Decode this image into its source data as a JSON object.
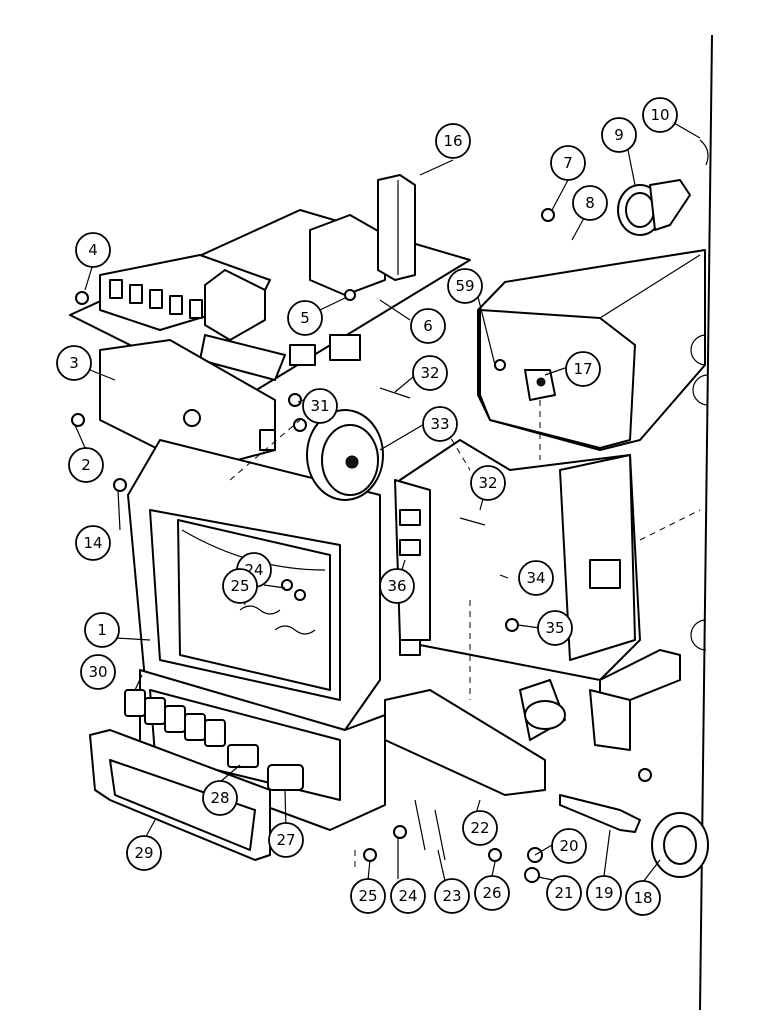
{
  "callouts": [
    {
      "id": "1",
      "label": "1"
    },
    {
      "id": "2",
      "label": "2"
    },
    {
      "id": "3",
      "label": "3"
    },
    {
      "id": "4",
      "label": "4"
    },
    {
      "id": "5",
      "label": "5"
    },
    {
      "id": "6",
      "label": "6"
    },
    {
      "id": "7",
      "label": "7"
    },
    {
      "id": "8",
      "label": "8"
    },
    {
      "id": "9",
      "label": "9"
    },
    {
      "id": "10",
      "label": "10"
    },
    {
      "id": "14",
      "label": "14"
    },
    {
      "id": "16",
      "label": "16"
    },
    {
      "id": "17",
      "label": "17"
    },
    {
      "id": "18",
      "label": "18"
    },
    {
      "id": "19",
      "label": "19"
    },
    {
      "id": "20",
      "label": "20"
    },
    {
      "id": "21",
      "label": "21"
    },
    {
      "id": "22",
      "label": "22"
    },
    {
      "id": "23",
      "label": "23"
    },
    {
      "id": "24a",
      "label": "24"
    },
    {
      "id": "24b",
      "label": "24"
    },
    {
      "id": "25a",
      "label": "25"
    },
    {
      "id": "25b",
      "label": "25"
    },
    {
      "id": "26",
      "label": "26"
    },
    {
      "id": "27",
      "label": "27"
    },
    {
      "id": "28",
      "label": "28"
    },
    {
      "id": "29",
      "label": "29"
    },
    {
      "id": "30",
      "label": "30"
    },
    {
      "id": "31",
      "label": "31"
    },
    {
      "id": "32a",
      "label": "32"
    },
    {
      "id": "32b",
      "label": "32"
    },
    {
      "id": "33",
      "label": "33"
    },
    {
      "id": "34",
      "label": "34"
    },
    {
      "id": "35",
      "label": "35"
    },
    {
      "id": "36",
      "label": "36"
    },
    {
      "id": "59",
      "label": "59"
    }
  ]
}
